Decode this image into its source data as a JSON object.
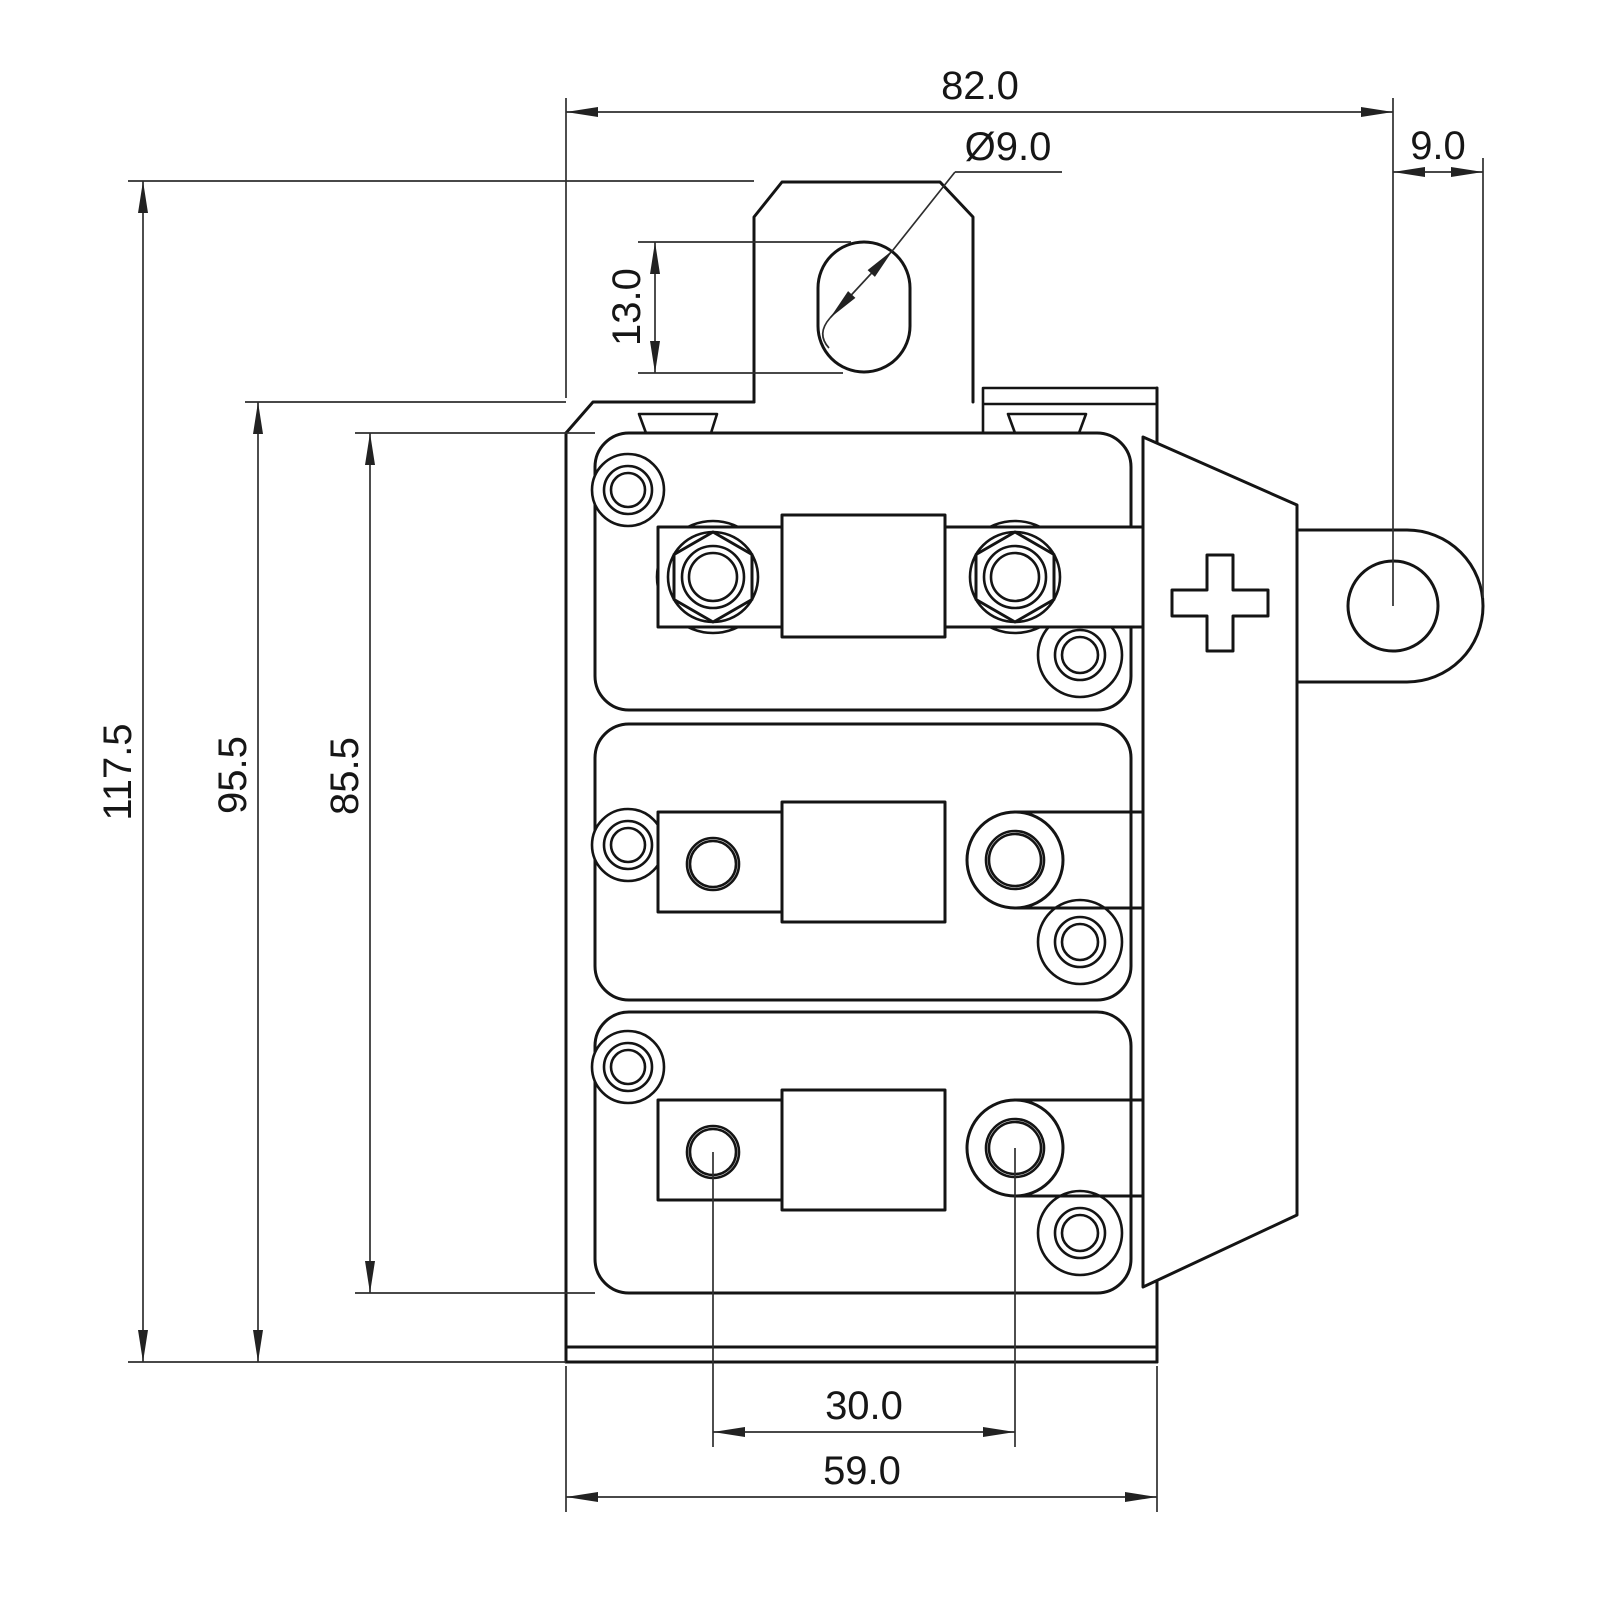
{
  "drawing": {
    "kind": "fuse-holder-technical-drawing",
    "polarity_marker": "+",
    "dims": {
      "overall_width": "82.0",
      "terminal_edge_offset": "9.0",
      "slot_hole_diameter": "Ø9.0",
      "slot_length": "13.0",
      "overall_height": "117.5",
      "plate_height": "95.5",
      "body_height": "85.5",
      "stud_spacing": "30.0",
      "base_width": "59.0"
    }
  }
}
